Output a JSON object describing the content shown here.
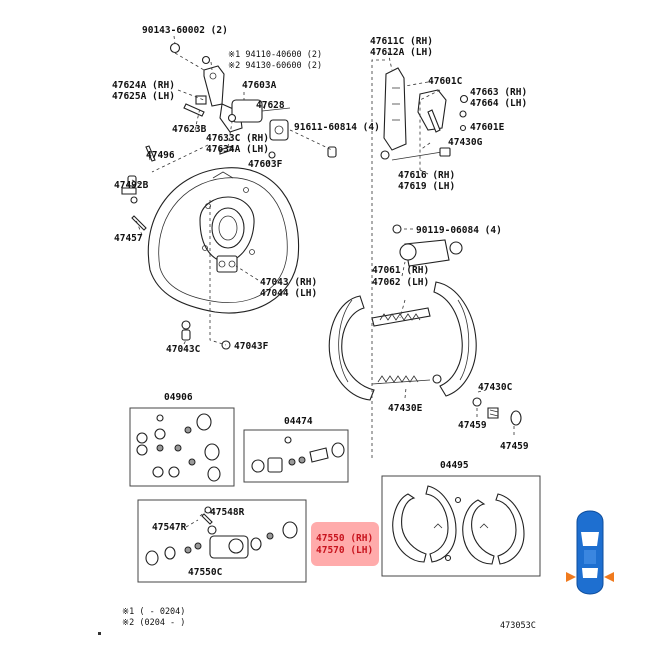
{
  "labels": {
    "p90143": "90143-60002 (2)",
    "n1": "※1 94110-40600 (2)",
    "n2": "※2 94130-60600 (2)",
    "p47611": "47611C (RH)",
    "p47612": "47612A (LH)",
    "p47601c": "47601C",
    "p47663": "47663 (RH)",
    "p47664": "47664 (LH)",
    "p47601e": "47601E",
    "p47430g": "47430G",
    "p47616": "47616 (RH)",
    "p47619": "47619 (LH)",
    "p47624": "47624A (RH)",
    "p47625": "47625A (LH)",
    "p47603a": "47603A",
    "p47628": "47628",
    "p47623b": "47623B",
    "p91611": "91611-60814 (4)",
    "p47633": "47633C (RH)",
    "p47634": "47634A (LH)",
    "p47496": "47496",
    "p47603f": "47603F",
    "p47492b": "47492B",
    "p47457": "47457",
    "p90119": "90119-06084 (4)",
    "p47061": "47061 (RH)",
    "p47062": "47062 (LH)",
    "p47043": "47043 (RH)",
    "p47044": "47044 (LH)",
    "p47043c": "47043C",
    "p47043f": "47043F",
    "p47430c": "47430C",
    "p47430e": "47430E",
    "p47459a": "47459",
    "p47459b": "47459",
    "k04906": "04906",
    "k04474": "04474",
    "k04495": "04495",
    "p47548r": "47548R",
    "p47547r": "47547R",
    "p47550c": "47550C",
    "p47550": "47550 (RH)",
    "p47570": "47570 (LH)",
    "foot1": "※1 (    - 0204)",
    "foot2": "※2 (0204 -     )",
    "diagram_id": "473053C"
  },
  "colors": {
    "highlight_text": "#c8141e",
    "highlight_fill": "#ff8f8f",
    "car_body": "#1e6fd0",
    "car_marker": "#f07a1e"
  },
  "icons": {
    "car": "car-top-view-icon"
  }
}
